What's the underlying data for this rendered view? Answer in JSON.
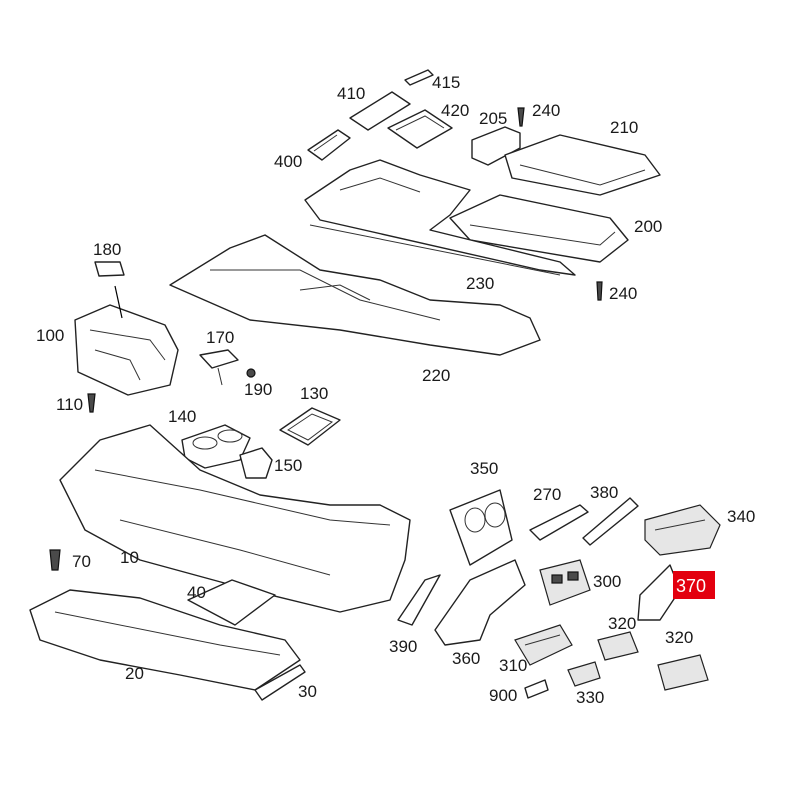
{
  "diagram": {
    "highlight_color": "#e3000f",
    "highlighted_part": "370",
    "labels": {
      "p10": "10",
      "p20": "20",
      "p30": "30",
      "p40": "40",
      "p70": "70",
      "p100": "100",
      "p110": "110",
      "p130": "130",
      "p140": "140",
      "p150": "150",
      "p170": "170",
      "p180": "180",
      "p190": "190",
      "p200": "200",
      "p205": "205",
      "p210": "210",
      "p220": "220",
      "p230": "230",
      "p240a": "240",
      "p240b": "240",
      "p270": "270",
      "p300": "300",
      "p310": "310",
      "p320a": "320",
      "p320b": "320",
      "p330": "330",
      "p340": "340",
      "p350": "350",
      "p360": "360",
      "p370": "370",
      "p380": "380",
      "p390": "390",
      "p400": "400",
      "p410": "410",
      "p415": "415",
      "p420": "420",
      "p900": "900"
    }
  }
}
